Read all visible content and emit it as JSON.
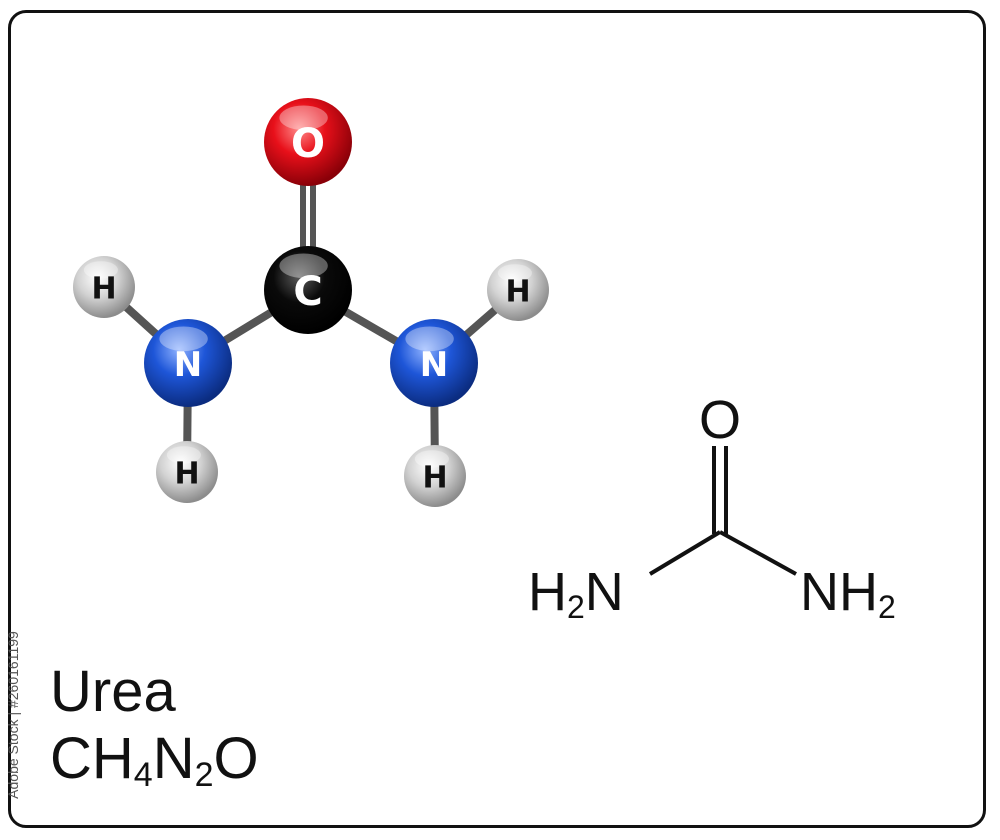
{
  "ball_model": {
    "atoms": [
      {
        "id": "O",
        "label": "O",
        "element": "oxygen",
        "color": "#e8101a"
      },
      {
        "id": "C",
        "label": "C",
        "element": "carbon",
        "color": "#0a0a0a"
      },
      {
        "id": "N1",
        "label": "N",
        "element": "nitrogen",
        "color": "#1e56d8"
      },
      {
        "id": "N2",
        "label": "N",
        "element": "nitrogen",
        "color": "#1e56d8"
      },
      {
        "id": "H1",
        "label": "H",
        "element": "hydrogen",
        "color": "#c8c8c8"
      },
      {
        "id": "H2",
        "label": "H",
        "element": "hydrogen",
        "color": "#c8c8c8"
      },
      {
        "id": "H3",
        "label": "H",
        "element": "hydrogen",
        "color": "#c8c8c8"
      },
      {
        "id": "H4",
        "label": "H",
        "element": "hydrogen",
        "color": "#c8c8c8"
      }
    ],
    "bonds": [
      {
        "from": "C",
        "to": "O",
        "order": 2
      },
      {
        "from": "C",
        "to": "N1",
        "order": 1
      },
      {
        "from": "C",
        "to": "N2",
        "order": 1
      },
      {
        "from": "N1",
        "to": "H1",
        "order": 1
      },
      {
        "from": "N1",
        "to": "H2",
        "order": 1
      },
      {
        "from": "N2",
        "to": "H3",
        "order": 1
      },
      {
        "from": "N2",
        "to": "H4",
        "order": 1
      }
    ]
  },
  "structural_formula": {
    "top": "O",
    "left": {
      "symbol": "H",
      "sub": "2",
      "tail": "N"
    },
    "right": {
      "symbol": "NH",
      "sub": "2"
    }
  },
  "compound": {
    "name": "Urea",
    "formula_parts": [
      {
        "text": "CH",
        "sub": "4"
      },
      {
        "text": "N",
        "sub": "2"
      },
      {
        "text": "O",
        "sub": ""
      }
    ]
  },
  "watermark": "Adobe Stock | #260161199"
}
